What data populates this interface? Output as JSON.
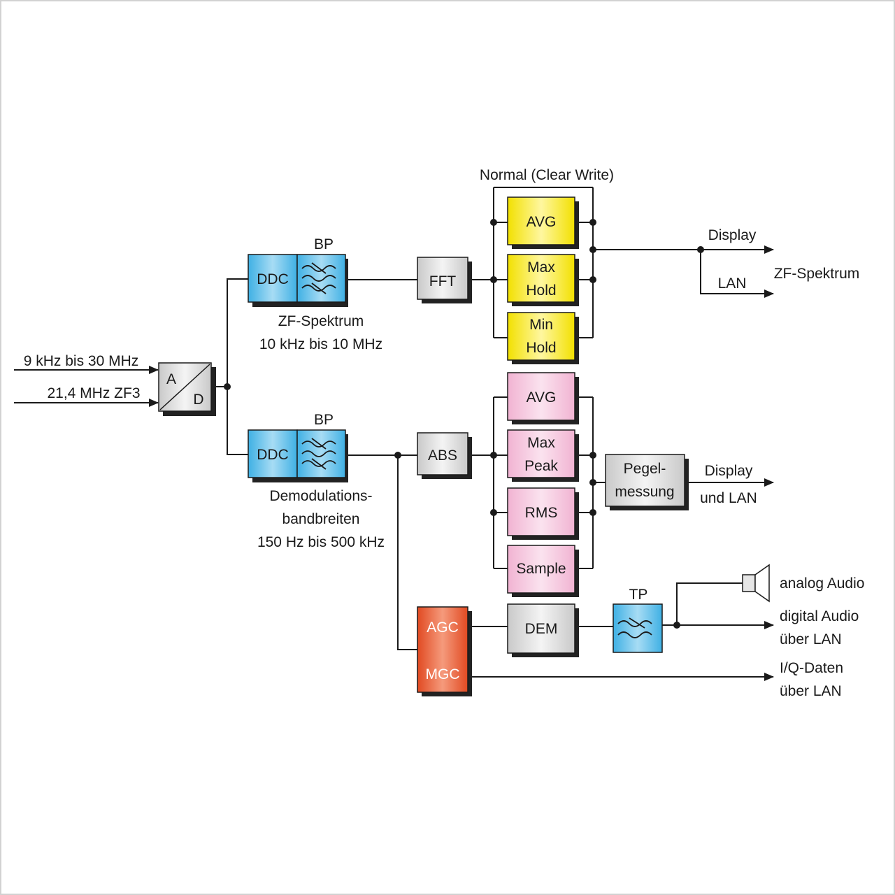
{
  "colors": {
    "blue": "#5ec3ec",
    "gray": "#e2e2e2",
    "yellow": "#f8ec1f",
    "pink": "#f4c8de",
    "orange": "#e8603a"
  },
  "inputs": {
    "input1": "9 kHz bis 30 MHz",
    "input2": "21,4 MHz ZF3"
  },
  "adc": {
    "a": "A",
    "d": "D"
  },
  "upper": {
    "bp_label": "BP",
    "ddc": "DDC",
    "caption_line1": "ZF-Spektrum",
    "caption_line2": "10 kHz bis 10 MHz",
    "fft": "FFT",
    "normal_label": "Normal (Clear Write)",
    "avg": "AVG",
    "maxhold_line1": "Max",
    "maxhold_line2": "Hold",
    "minhold_line1": "Min",
    "minhold_line2": "Hold",
    "out_display": "Display",
    "out_lan": "LAN",
    "out_group": "ZF-Spektrum"
  },
  "lower": {
    "bp_label": "BP",
    "ddc": "DDC",
    "caption_line1": "Demodulations-",
    "caption_line2": "bandbreiten",
    "caption_line3": "150 Hz bis 500 kHz",
    "abs": "ABS",
    "avg": "AVG",
    "maxpeak_line1": "Max",
    "maxpeak_line2": "Peak",
    "rms": "RMS",
    "sample": "Sample",
    "pegel_line1": "Pegel-",
    "pegel_line2": "messung",
    "out_line1": "Display",
    "out_line2": "und LAN"
  },
  "audio": {
    "agc": "AGC",
    "mgc": "MGC",
    "dem": "DEM",
    "tp_label": "TP",
    "analog": "analog Audio",
    "digital_line1": "digital Audio",
    "digital_line2": "über LAN",
    "iq_line1": "I/Q-Daten",
    "iq_line2": "über LAN"
  }
}
